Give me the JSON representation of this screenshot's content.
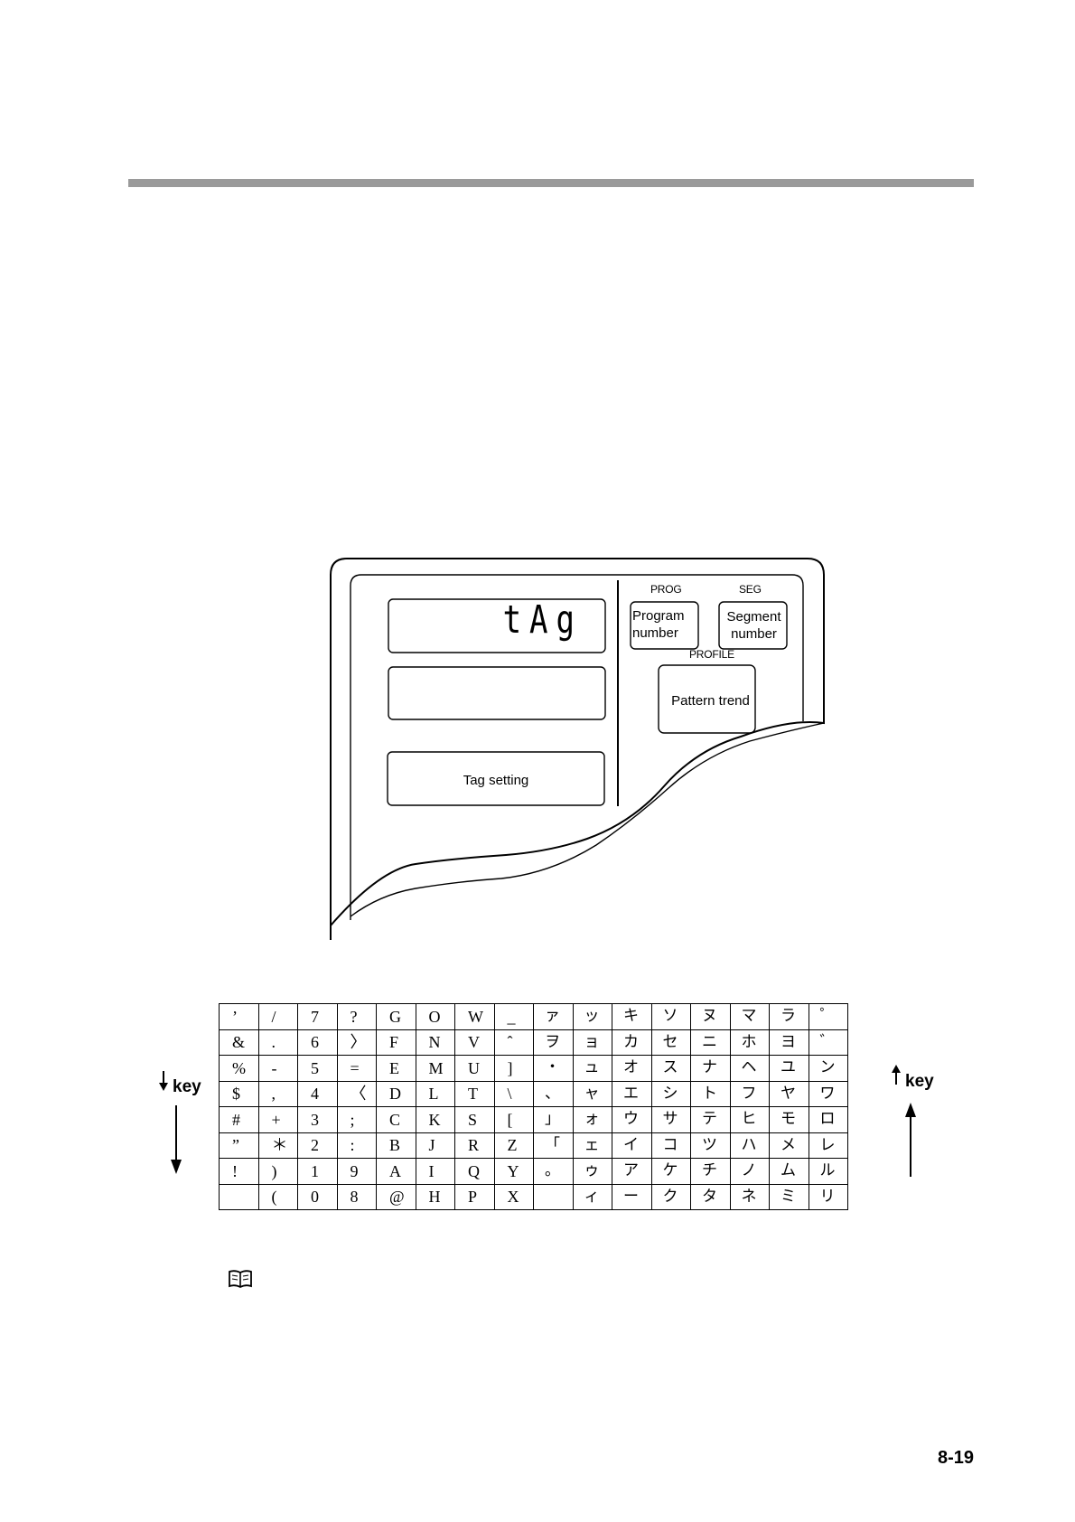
{
  "display": {
    "pv_text": "tAg",
    "prog_label": "PROG",
    "seg_label": "SEG",
    "profile_label": "PROFILE",
    "program_number_key": "Program\nnumber",
    "segment_number_key": "Segment\nnumber",
    "pattern_trend_key": "Pattern trend",
    "tag_setting_key": "Tag setting"
  },
  "character_table": {
    "rows": [
      [
        "’",
        "/",
        "7",
        "?",
        "G",
        "O",
        "W",
        "_",
        "ァ",
        "ッ",
        "キ",
        "ソ",
        "ヌ",
        "マ",
        "ラ",
        "゜"
      ],
      [
        "&",
        ".",
        "6",
        "〉",
        "F",
        "N",
        "V",
        "ˆ",
        "ヲ",
        "ョ",
        "カ",
        "セ",
        "ニ",
        "ホ",
        "ヨ",
        "゛"
      ],
      [
        "%",
        "-",
        "5",
        "=",
        "E",
        "M",
        "U",
        "]",
        "・",
        "ュ",
        "オ",
        "ス",
        "ナ",
        "ヘ",
        "ユ",
        "ン"
      ],
      [
        "$",
        ",",
        "4",
        "〈",
        "D",
        "L",
        "T",
        "\\",
        "、",
        "ャ",
        "エ",
        "シ",
        "ト",
        "フ",
        "ヤ",
        "ワ"
      ],
      [
        "#",
        "+",
        "3",
        ";",
        "C",
        "K",
        "S",
        "[",
        "」",
        "ォ",
        "ウ",
        "サ",
        "テ",
        "ヒ",
        "モ",
        "ロ"
      ],
      [
        "”",
        "＊",
        "2",
        ":",
        "B",
        "J",
        "R",
        "Z",
        "「",
        "ェ",
        "イ",
        "コ",
        "ツ",
        "ハ",
        "メ",
        "レ"
      ],
      [
        "!",
        ")",
        "1",
        "9",
        "A",
        "I",
        "Q",
        "Y",
        "。",
        "ゥ",
        "ア",
        "ケ",
        "チ",
        "ノ",
        "ム",
        "ル"
      ],
      [
        "",
        "(",
        "0",
        "8",
        "@",
        "H",
        "P",
        "X",
        "",
        "ィ",
        "ー",
        "ク",
        "タ",
        "ネ",
        "ミ",
        "リ"
      ]
    ]
  },
  "down_key_label": "key",
  "up_key_label": "key",
  "page_number": "8-19"
}
